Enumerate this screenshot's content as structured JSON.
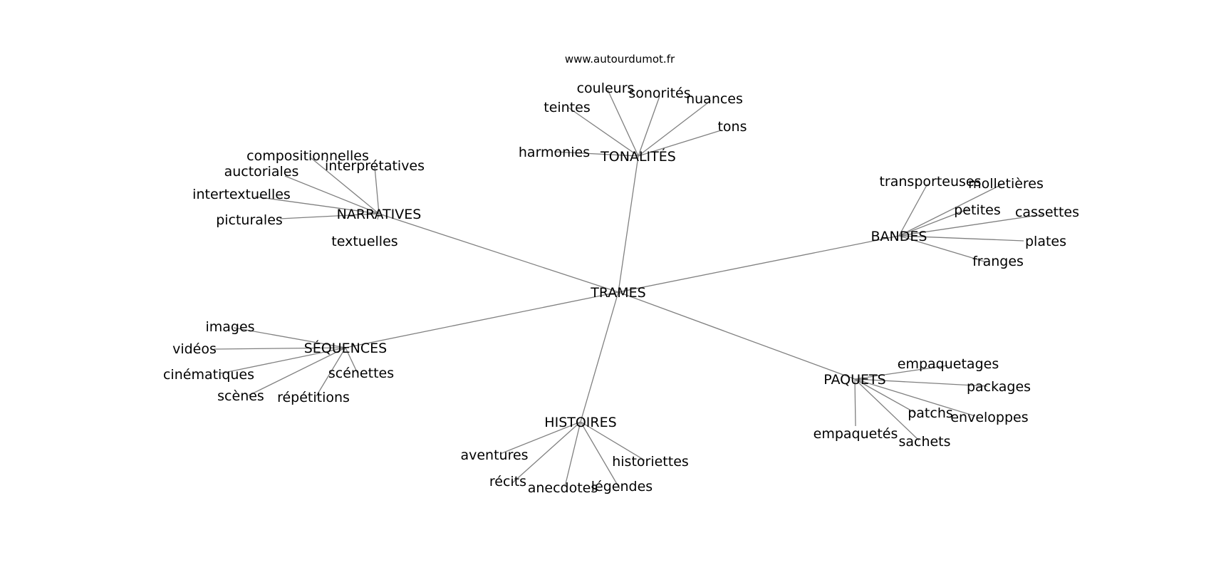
{
  "credit": "www.autourdumot.fr",
  "graph": {
    "root": "TRAMES",
    "branches": [
      {
        "label": "TONALITÉS",
        "leaves": [
          "couleurs",
          "sonorités",
          "nuances",
          "teintes",
          "tons",
          "harmonies"
        ]
      },
      {
        "label": "NARRATIVES",
        "leaves": [
          "compositionnelles",
          "interprétatives",
          "auctoriales",
          "intertextuelles",
          "picturales",
          "textuelles"
        ]
      },
      {
        "label": "BANDES",
        "leaves": [
          "transporteuses",
          "molletières",
          "petites",
          "cassettes",
          "plates",
          "franges"
        ]
      },
      {
        "label": "SÉQUENCES",
        "leaves": [
          "images",
          "vidéos",
          "cinématiques",
          "scènes",
          "répétitions",
          "scénettes"
        ]
      },
      {
        "label": "PAQUETS",
        "leaves": [
          "empaquetages",
          "packages",
          "patchs",
          "enveloppes",
          "empaquetés",
          "sachets"
        ]
      },
      {
        "label": "HISTOIRES",
        "leaves": [
          "aventures",
          "récits",
          "anecdotes",
          "légendes",
          "historiettes"
        ]
      }
    ]
  }
}
